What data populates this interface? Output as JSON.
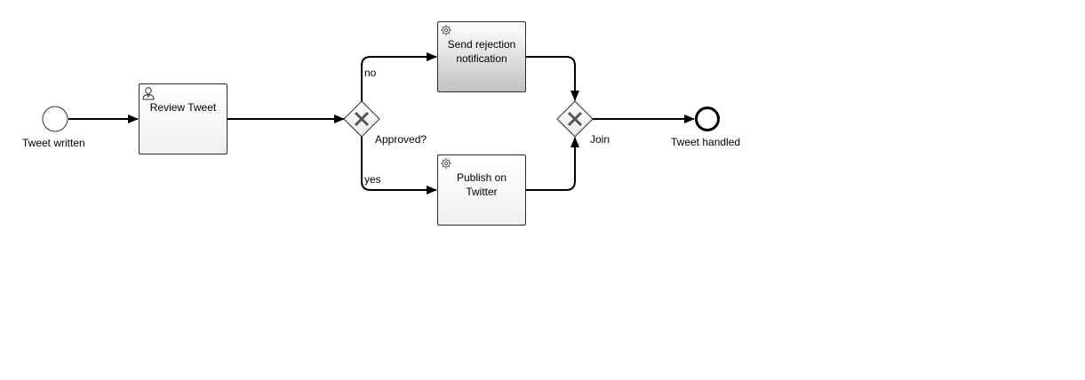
{
  "diagram": {
    "start_event": {
      "label": "Tweet written"
    },
    "tasks": {
      "review": {
        "label": "Review Tweet",
        "icon": "user-icon"
      },
      "reject": {
        "label": "Send rejection notification",
        "icon": "gear-icon"
      },
      "publish": {
        "label": "Publish on Twitter",
        "icon": "gear-icon"
      }
    },
    "gateways": {
      "approved": {
        "label": "Approved?",
        "icon": "exclusive-x-icon"
      },
      "join": {
        "label": "Join",
        "icon": "exclusive-x-icon"
      }
    },
    "flows": {
      "no": {
        "label": "no"
      },
      "yes": {
        "label": "yes"
      }
    },
    "end_event": {
      "label": "Tweet handled"
    },
    "colors": {
      "stroke": "#000000",
      "task_border": "#2b2b2b",
      "gateway_mark": "#555555",
      "highlight_task_gradient_end": "#c2c2c2"
    }
  }
}
